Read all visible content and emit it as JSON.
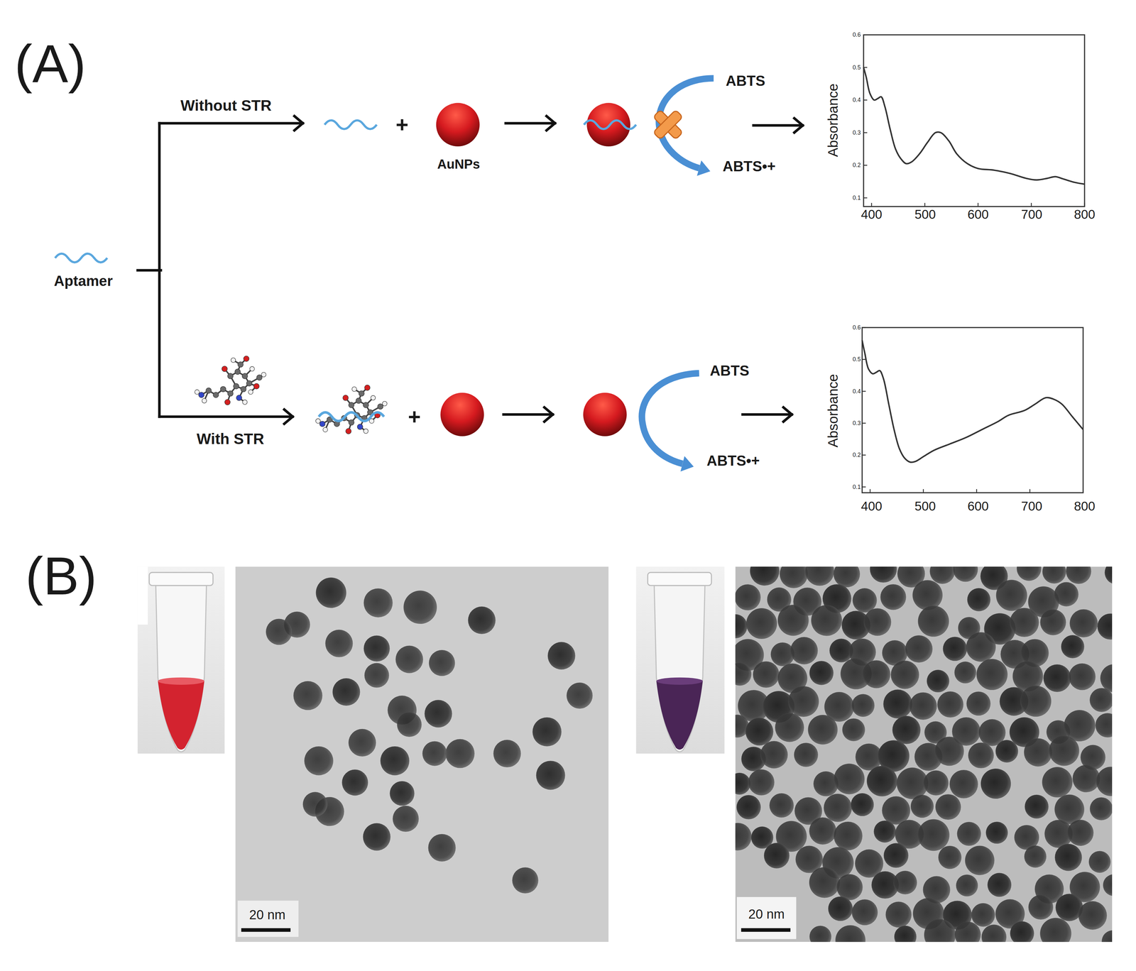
{
  "diagram": {
    "labels": [
      "(A)",
      "Without STR",
      "+",
      "AuNPs",
      "ABTS",
      "ABTS•+",
      "Absorbance",
      "0.6",
      "0.5",
      "0.4",
      "0.3",
      "0.2",
      "0.1",
      "400",
      "500",
      "600",
      "700",
      "800",
      "Aptamer",
      "With STR",
      "+",
      "ABTS",
      "ABTS•+",
      "Absorbance",
      "0.6",
      "0.5",
      "0.4",
      "0.3",
      "0.2",
      "0.1",
      "400",
      "500",
      "600",
      "700",
      "800",
      "(B)",
      "20 nm",
      "20 nm"
    ]
  }
}
